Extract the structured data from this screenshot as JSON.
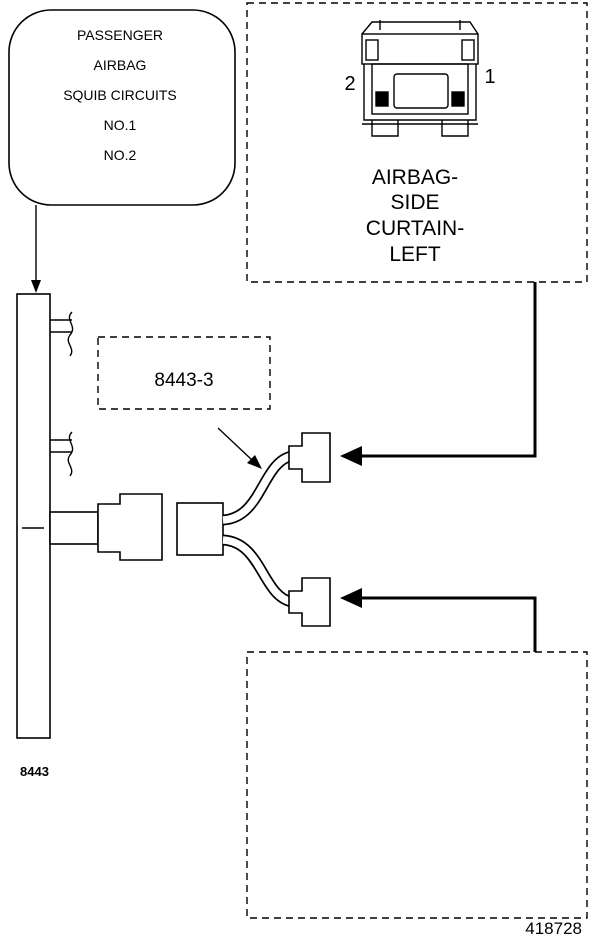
{
  "callout": {
    "line1": "PASSENGER",
    "line2": "AIRBAG",
    "line3": "SQUIB CIRCUITS",
    "line4": "NO.1",
    "line5": "NO.2"
  },
  "airbag_module": {
    "pin_left": "2",
    "pin_right": "1",
    "label_line1": "AIRBAG-",
    "label_line2": "SIDE",
    "label_line3": "CURTAIN-",
    "label_line4": "LEFT"
  },
  "adapter_label": "8443-3",
  "tool_label": "8443",
  "figure_number": "418728"
}
